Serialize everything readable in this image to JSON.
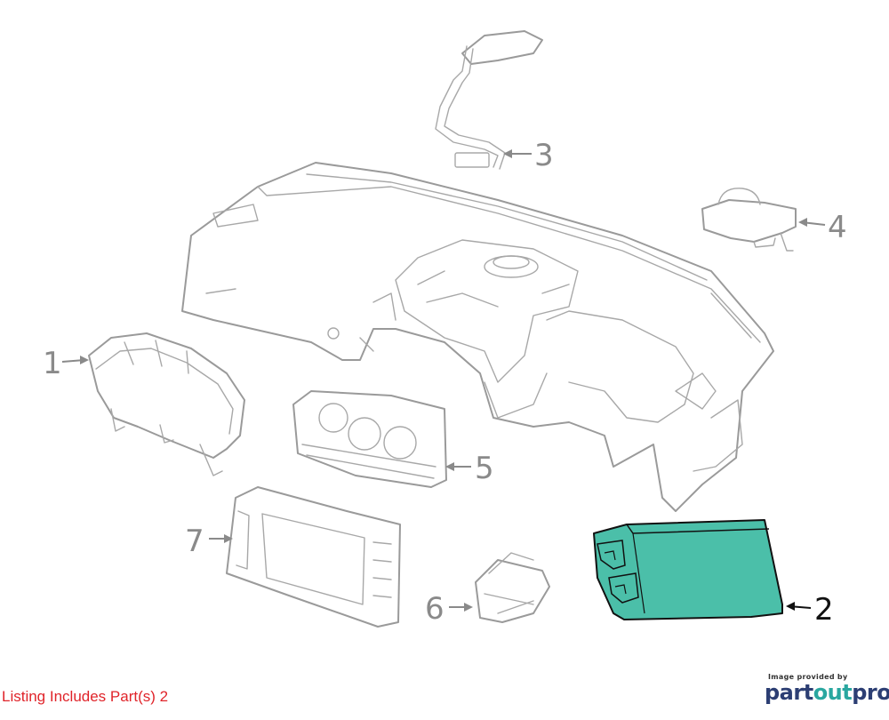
{
  "callouts": [
    {
      "id": "1",
      "label": "1"
    },
    {
      "id": "2",
      "label": "2"
    },
    {
      "id": "3",
      "label": "3"
    },
    {
      "id": "4",
      "label": "4"
    },
    {
      "id": "5",
      "label": "5"
    },
    {
      "id": "6",
      "label": "6"
    },
    {
      "id": "7",
      "label": "7"
    }
  ],
  "highlight": {
    "part": "2",
    "color": "#4bbfa9"
  },
  "listing_note": "Listing Includes Part(s) 2",
  "listing_note_color": "#e0242a",
  "brand": {
    "caption": "Image provided by",
    "logo_part1": "part",
    "logo_part2": "out",
    "logo_part3": "pro",
    "colors": {
      "navy": "#2c3e73",
      "teal": "#2aa7a0"
    }
  }
}
